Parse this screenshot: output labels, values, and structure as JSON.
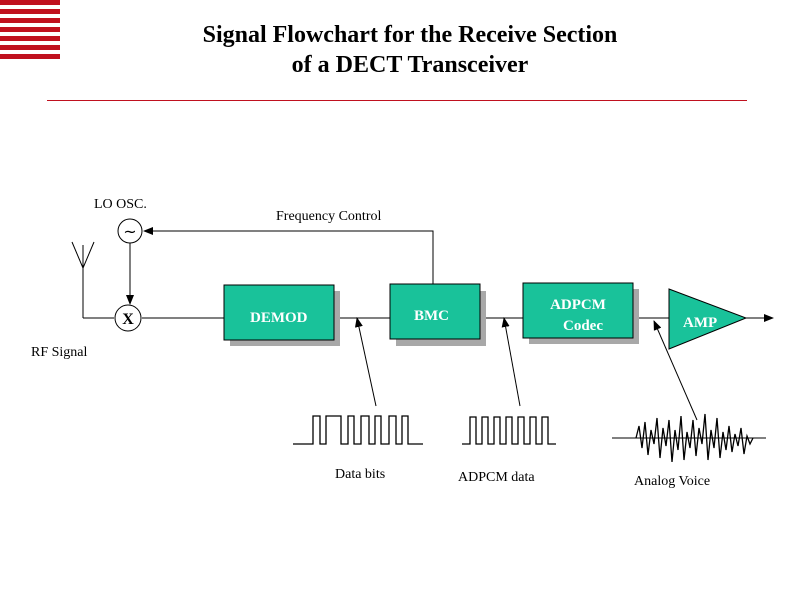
{
  "title": {
    "line1": "Signal Flowchart for the Receive Section",
    "line2": "of a DECT Transceiver"
  },
  "colors": {
    "block_fill": "#19c29a",
    "accent": "#c0111f"
  },
  "nodes": {
    "lo_osc": "LO OSC.",
    "osc_symbol": "~",
    "mixer": "X",
    "demod": "DEMOD",
    "bmc": "BMC",
    "adpcm_line1": "ADPCM",
    "adpcm_line2": "Codec",
    "amp": "AMP"
  },
  "labels": {
    "frequency_control": "Frequency Control",
    "rf_signal": "RF Signal",
    "data_bits": "Data bits",
    "adpcm_data": "ADPCM data",
    "analog_voice": "Analog Voice"
  }
}
